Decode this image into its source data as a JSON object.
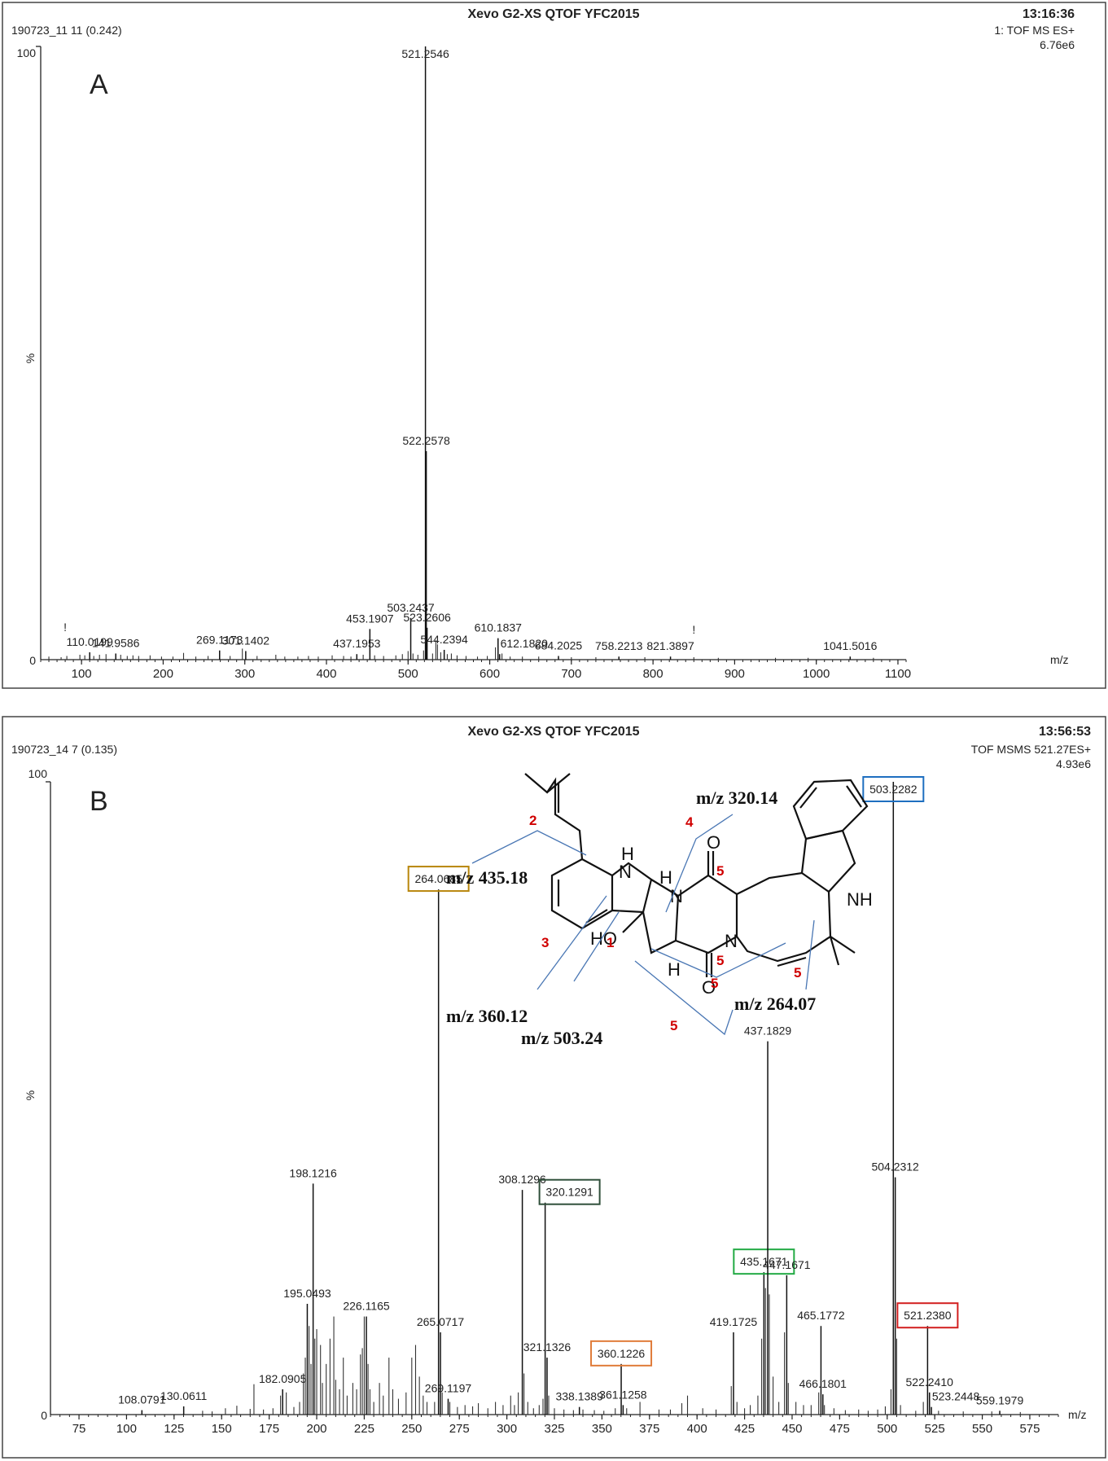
{
  "chart_data": [
    {
      "type": "bar",
      "panel_label": "A",
      "header": {
        "title": "Xevo G2-XS QTOF YFC2015",
        "time": "13:16:36",
        "sample": "190723_11 11 (0.242)",
        "scan": "1: TOF MS ES+",
        "intensity": "6.76e6"
      },
      "xlabel": "m/z",
      "ylabel": "%",
      "y_top_label": "100",
      "y_zero_label": "0",
      "xlim": [
        50,
        1110
      ],
      "ylim": [
        0,
        100
      ],
      "x_ticks": [
        "100",
        "200",
        "300",
        "400",
        "500",
        "600",
        "700",
        "800",
        "900",
        "1000",
        "1100"
      ],
      "labeled_peaks": [
        {
          "mz": 110.0199,
          "intensity": 1.2,
          "label": "110.0199"
        },
        {
          "mz": 141.9586,
          "intensity": 1.0,
          "label": "141.9586"
        },
        {
          "mz": 269.1173,
          "intensity": 1.5,
          "label": "269.1173"
        },
        {
          "mz": 301.1402,
          "intensity": 1.4,
          "label": "301.1402"
        },
        {
          "mz": 437.1953,
          "intensity": 0.9,
          "label": "437.1953"
        },
        {
          "mz": 453.1907,
          "intensity": 5.0,
          "label": "453.1907"
        },
        {
          "mz": 503.2437,
          "intensity": 6.8,
          "label": "503.2437"
        },
        {
          "mz": 521.2546,
          "intensity": 100,
          "label": "521.2546"
        },
        {
          "mz": 522.2578,
          "intensity": 34.0,
          "label": "522.2578"
        },
        {
          "mz": 523.2606,
          "intensity": 5.2,
          "label": "523.2606"
        },
        {
          "mz": 544.2394,
          "intensity": 1.6,
          "label": "544.2394"
        },
        {
          "mz": 610.1837,
          "intensity": 3.5,
          "label": "610.1837"
        },
        {
          "mz": 612.182,
          "intensity": 0.9,
          "label": "612.1820"
        },
        {
          "mz": 684.2025,
          "intensity": 0.6,
          "label": "684.2025"
        },
        {
          "mz": 758.2213,
          "intensity": 0.5,
          "label": "758.2213"
        },
        {
          "mz": 821.3897,
          "intensity": 0.5,
          "label": "821.3897"
        },
        {
          "mz": 1041.5016,
          "intensity": 0.5,
          "label": "1041.5016"
        }
      ],
      "minor_peaks": [
        [
          60,
          0.5
        ],
        [
          75,
          0.4
        ],
        [
          82,
          0.6
        ],
        [
          98,
          0.8
        ],
        [
          104,
          0.7
        ],
        [
          115,
          0.6
        ],
        [
          122,
          0.8
        ],
        [
          130,
          0.9
        ],
        [
          148,
          0.8
        ],
        [
          156,
          0.6
        ],
        [
          163,
          0.7
        ],
        [
          170,
          0.6
        ],
        [
          184,
          0.7
        ],
        [
          198,
          0.5
        ],
        [
          212,
          0.5
        ],
        [
          225,
          1.1
        ],
        [
          240,
          0.5
        ],
        [
          255,
          0.6
        ],
        [
          282,
          0.6
        ],
        [
          297,
          1.8
        ],
        [
          315,
          0.6
        ],
        [
          338,
          0.8
        ],
        [
          349,
          0.5
        ],
        [
          365,
          0.5
        ],
        [
          378,
          0.6
        ],
        [
          390,
          0.5
        ],
        [
          407,
          0.7
        ],
        [
          421,
          0.6
        ],
        [
          430,
          0.5
        ],
        [
          445,
          0.8
        ],
        [
          459,
          0.7
        ],
        [
          470,
          0.6
        ],
        [
          485,
          0.7
        ],
        [
          493,
          0.9
        ],
        [
          500,
          1.4
        ],
        [
          506,
          1.0
        ],
        [
          512,
          0.8
        ],
        [
          519,
          1.5
        ],
        [
          530,
          1.0
        ],
        [
          534,
          3.2
        ],
        [
          536,
          2.5
        ],
        [
          540,
          1.2
        ],
        [
          548,
          0.9
        ],
        [
          553,
          1.0
        ],
        [
          560,
          0.7
        ],
        [
          571,
          0.6
        ],
        [
          585,
          0.5
        ],
        [
          597,
          0.6
        ],
        [
          607,
          2.0
        ],
        [
          615,
          1.0
        ],
        [
          625,
          0.5
        ],
        [
          640,
          0.5
        ],
        [
          660,
          0.5
        ],
        [
          700,
          0.4
        ],
        [
          730,
          0.4
        ],
        [
          790,
          0.4
        ],
        [
          850,
          0.4
        ],
        [
          880,
          0.3
        ],
        [
          950,
          0.3
        ],
        [
          990,
          0.3
        ],
        [
          1070,
          0.3
        ]
      ],
      "annotations": [
        "!",
        "!"
      ]
    },
    {
      "type": "bar",
      "panel_label": "B",
      "header": {
        "title": "Xevo G2-XS QTOF YFC2015",
        "time": "13:56:53",
        "sample": "190723_14 7 (0.135)",
        "scan": "TOF MSMS 521.27ES+",
        "intensity": "4.93e6"
      },
      "xlabel": "m/z",
      "ylabel": "%",
      "y_top_label": "100",
      "y_zero_label": "0",
      "xlim": [
        60,
        590
      ],
      "ylim": [
        0,
        100
      ],
      "x_ticks": [
        "75",
        "100",
        "125",
        "150",
        "175",
        "200",
        "225",
        "250",
        "275",
        "300",
        "325",
        "350",
        "375",
        "400",
        "425",
        "450",
        "475",
        "500",
        "525",
        "550",
        "575"
      ],
      "labeled_peaks": [
        {
          "mz": 108.0791,
          "intensity": 0.7,
          "label": "108.0791"
        },
        {
          "mz": 130.0611,
          "intensity": 1.3,
          "label": "130.0611"
        },
        {
          "mz": 182.0905,
          "intensity": 4.0,
          "label": "182.0905"
        },
        {
          "mz": 195.0493,
          "intensity": 17.5,
          "label": "195.0493"
        },
        {
          "mz": 198.1216,
          "intensity": 36.5,
          "label": "198.1216"
        },
        {
          "mz": 226.1165,
          "intensity": 15.5,
          "label": "226.1165"
        },
        {
          "mz": 264.0685,
          "intensity": 83.0,
          "label": "264.0685",
          "box": "#b8860b"
        },
        {
          "mz": 265.0717,
          "intensity": 13.0,
          "label": "265.0717"
        },
        {
          "mz": 269.1197,
          "intensity": 2.5,
          "label": "269.1197"
        },
        {
          "mz": 308.1296,
          "intensity": 35.5,
          "label": "308.1296"
        },
        {
          "mz": 320.1291,
          "intensity": 33.5,
          "label": "320.1291",
          "box": "#2f4f3a"
        },
        {
          "mz": 321.1326,
          "intensity": 9.0,
          "label": "321.1326"
        },
        {
          "mz": 338.1389,
          "intensity": 1.2,
          "label": "338.1389"
        },
        {
          "mz": 360.1226,
          "intensity": 8.0,
          "label": "360.1226",
          "box": "#e07b39"
        },
        {
          "mz": 361.1258,
          "intensity": 1.5,
          "label": "361.1258"
        },
        {
          "mz": 419.1725,
          "intensity": 13.0,
          "label": "419.1725"
        },
        {
          "mz": 435.1671,
          "intensity": 22.5,
          "label": "435.1671",
          "box": "#22aa44"
        },
        {
          "mz": 437.1829,
          "intensity": 59.0,
          "label": "437.1829"
        },
        {
          "mz": 447.1671,
          "intensity": 22.0,
          "label": "447.1671"
        },
        {
          "mz": 465.1772,
          "intensity": 14.0,
          "label": "465.1772"
        },
        {
          "mz": 466.1801,
          "intensity": 3.2,
          "label": "466.1801"
        },
        {
          "mz": 503.2282,
          "intensity": 100,
          "label": "503.2282",
          "box": "#1e6fc0"
        },
        {
          "mz": 504.2312,
          "intensity": 37.5,
          "label": "504.2312"
        },
        {
          "mz": 521.238,
          "intensity": 14.0,
          "label": "521.2380",
          "box": "#d21f1f"
        },
        {
          "mz": 522.241,
          "intensity": 3.5,
          "label": "522.2410"
        },
        {
          "mz": 523.2448,
          "intensity": 1.2,
          "label": "523.2448"
        },
        {
          "mz": 559.1979,
          "intensity": 0.6,
          "label": "559.1979"
        }
      ],
      "minor_peaks": [
        [
          140,
          0.6
        ],
        [
          145,
          0.5
        ],
        [
          152,
          1.0
        ],
        [
          158,
          1.4
        ],
        [
          165,
          0.9
        ],
        [
          167,
          4.8
        ],
        [
          172,
          0.8
        ],
        [
          177,
          1.0
        ],
        [
          181,
          3.0
        ],
        [
          184,
          3.5
        ],
        [
          188,
          1.2
        ],
        [
          191,
          2.0
        ],
        [
          193,
          6.5
        ],
        [
          194,
          9.0
        ],
        [
          196,
          14.0
        ],
        [
          197,
          8.0
        ],
        [
          199,
          12.0
        ],
        [
          200,
          13.5
        ],
        [
          202,
          11.0
        ],
        [
          203,
          5.0
        ],
        [
          205,
          8.0
        ],
        [
          207,
          12.0
        ],
        [
          209,
          15.5
        ],
        [
          210,
          5.5
        ],
        [
          212,
          4.0
        ],
        [
          214,
          9.0
        ],
        [
          216,
          3.0
        ],
        [
          219,
          5.0
        ],
        [
          221,
          4.0
        ],
        [
          223,
          9.5
        ],
        [
          224,
          10.5
        ],
        [
          225,
          15.5
        ],
        [
          227,
          8.0
        ],
        [
          228,
          4.0
        ],
        [
          230,
          2.0
        ],
        [
          233,
          5.0
        ],
        [
          235,
          3.0
        ],
        [
          238,
          9.0
        ],
        [
          240,
          4.0
        ],
        [
          243,
          2.5
        ],
        [
          247,
          3.5
        ],
        [
          250,
          9.0
        ],
        [
          252,
          11.0
        ],
        [
          254,
          6.0
        ],
        [
          256,
          3.0
        ],
        [
          258,
          2.0
        ],
        [
          262,
          2.0
        ],
        [
          266,
          3.5
        ],
        [
          270,
          2.0
        ],
        [
          274,
          1.2
        ],
        [
          278,
          1.5
        ],
        [
          282,
          1.3
        ],
        [
          285,
          1.8
        ],
        [
          290,
          1.0
        ],
        [
          294,
          2.0
        ],
        [
          298,
          1.5
        ],
        [
          302,
          3.0
        ],
        [
          304,
          1.5
        ],
        [
          306,
          3.5
        ],
        [
          309,
          6.5
        ],
        [
          311,
          2.0
        ],
        [
          314,
          1.0
        ],
        [
          317,
          1.5
        ],
        [
          319,
          2.5
        ],
        [
          322,
          3.0
        ],
        [
          325,
          1.0
        ],
        [
          330,
          0.8
        ],
        [
          335,
          0.7
        ],
        [
          340,
          0.8
        ],
        [
          346,
          0.7
        ],
        [
          351,
          0.6
        ],
        [
          357,
          1.0
        ],
        [
          363,
          1.0
        ],
        [
          370,
          2.0
        ],
        [
          380,
          0.8
        ],
        [
          386,
          0.8
        ],
        [
          392,
          1.8
        ],
        [
          395,
          3.0
        ],
        [
          403,
          1.0
        ],
        [
          410,
          0.8
        ],
        [
          418,
          4.5
        ],
        [
          421,
          2.0
        ],
        [
          425,
          1.0
        ],
        [
          428,
          1.5
        ],
        [
          432,
          3.0
        ],
        [
          434,
          12.0
        ],
        [
          436,
          20.0
        ],
        [
          438,
          19.0
        ],
        [
          440,
          6.0
        ],
        [
          443,
          2.0
        ],
        [
          446,
          13.0
        ],
        [
          448,
          5.0
        ],
        [
          452,
          2.0
        ],
        [
          456,
          1.5
        ],
        [
          460,
          1.5
        ],
        [
          464,
          3.5
        ],
        [
          467,
          1.5
        ],
        [
          472,
          1.0
        ],
        [
          478,
          0.7
        ],
        [
          485,
          0.8
        ],
        [
          490,
          0.6
        ],
        [
          495,
          0.8
        ],
        [
          499,
          1.3
        ],
        [
          502,
          4.0
        ],
        [
          505,
          12.0
        ],
        [
          507,
          1.5
        ],
        [
          515,
          0.6
        ],
        [
          519,
          2.0
        ],
        [
          527,
          0.6
        ],
        [
          540,
          0.5
        ],
        [
          555,
          0.5
        ],
        [
          570,
          0.4
        ]
      ],
      "fragment_annotations": [
        "m/z 320.14",
        "m/z 435.18",
        "m/z 360.12",
        "m/z 503.24",
        "m/z 264.07"
      ],
      "cleavage_labels": [
        "1",
        "2",
        "3",
        "4",
        "5",
        "5",
        "5",
        "5",
        "5"
      ],
      "structure_atoms": [
        "H",
        "N",
        "H",
        "H",
        "O",
        "O",
        "N",
        "N",
        "NH",
        "HO"
      ]
    }
  ]
}
